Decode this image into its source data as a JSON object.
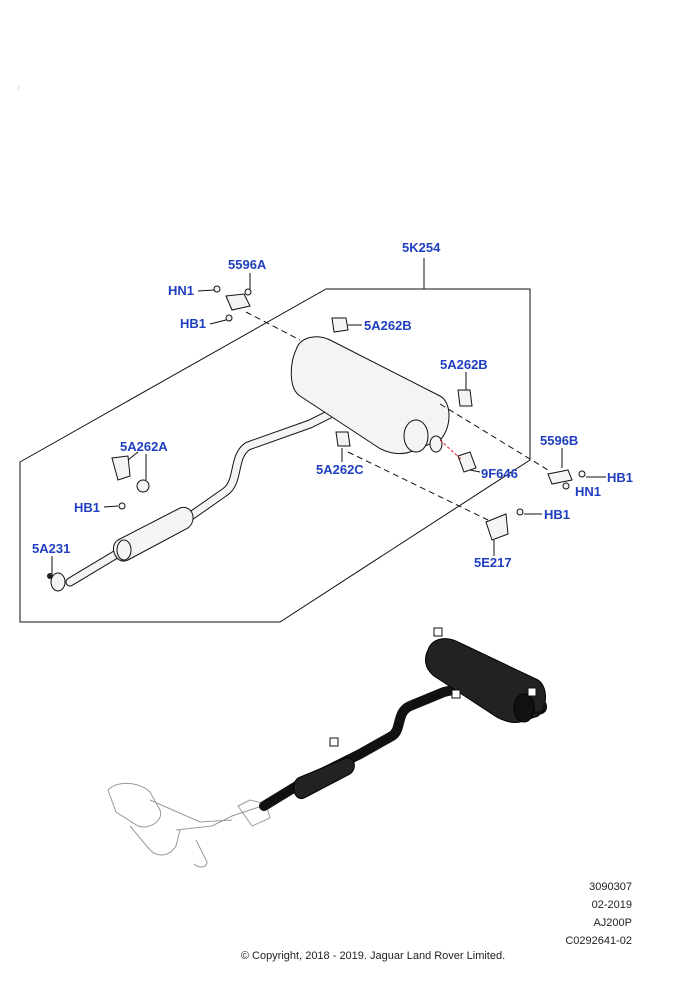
{
  "callouts": {
    "assembly": "5K254",
    "isolator_a": "5596A",
    "nut_hn1_left": "HN1",
    "bolt_hb1_upper_left": "HB1",
    "bracket_b_upper": "5A262B",
    "bracket_b_right": "5A262B",
    "bracket_a": "5A262A",
    "bolt_hb1_mid_left": "HB1",
    "clamp": "5A231",
    "bracket_c": "5A262C",
    "valve": "9F646",
    "isolator_b": "5596B",
    "bolt_hb1_right": "HB1",
    "nut_hn1_right": "HN1",
    "bolt_hb1_lower_right": "HB1",
    "heat_shield": "5E217"
  },
  "footer": {
    "illustration_no": "3090307",
    "date": "02-2019",
    "model": "AJ200P",
    "reference": "C0292641-02",
    "copyright": "© Copyright, 2018 - 2019. Jaguar Land Rover Limited."
  }
}
